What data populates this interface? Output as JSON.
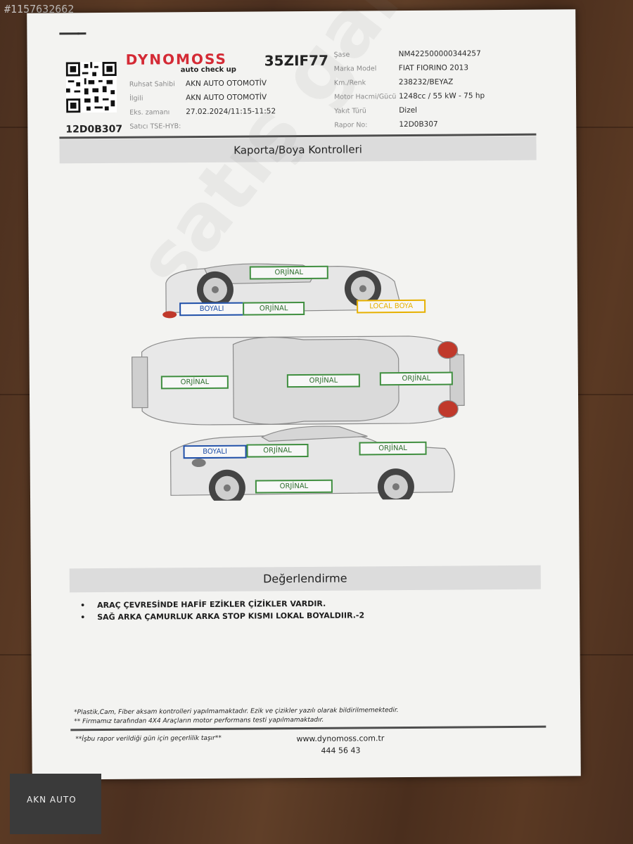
{
  "photo_id": "#1157632662",
  "header": {
    "logo": "DYNOMOSS",
    "logo_sub": "auto check up",
    "plate": "35ZIF77",
    "left_labels": [
      "Ruhsat Sahibi",
      "İlgili",
      "Eks. zamanı",
      "Satıcı TSE-HYB:"
    ],
    "left_values": [
      "AKN AUTO OTOMOTİV",
      "AKN AUTO OTOMOTİV",
      "27.02.2024/11:15-11:52"
    ],
    "report_code_big": "12D0B307",
    "right_labels": [
      "Şase",
      "Marka Model",
      "Km./Renk",
      "Motor Hacmi/Gücü",
      "Yakıt Türü",
      "Rapor No:"
    ],
    "right_values": [
      "NM422500000344257",
      "FIAT FIORINO 2013",
      "238232/BEYAZ",
      "1248cc / 55 kW - 75 hp",
      "Dizel",
      "12D0B307"
    ]
  },
  "section_kaporta": "Kaporta/Boya Kontrolleri",
  "car_tags": {
    "side1_top": "ORJİNAL",
    "side1_front_door": "BOYALI",
    "side1_rear_door": "ORJİNAL",
    "side1_rear_fender": "LOCAL BOYA",
    "top_hood": "ORJİNAL",
    "top_roof": "ORJİNAL",
    "top_trunk": "ORJİNAL",
    "side2_front_fender": "BOYALI",
    "side2_front_door": "ORJİNAL",
    "side2_rear": "ORJİNAL",
    "side2_bottom": "ORJİNAL"
  },
  "section_degerlendirme": "Değerlendirme",
  "notes": [
    "ARAÇ ÇEVRESİNDE HAFİF EZİKLER ÇİZİKLER VARDIR.",
    "SAĞ ARKA ÇAMURLUK ARKA STOP KISMI LOKAL BOYALDIIR.-2"
  ],
  "bullet": "•",
  "footnote1": "*Plastik,Cam, Fiber aksam kontrolleri yapılmamaktadır. Ezik ve çizikler yazılı olarak bildirilmemektedir.",
  "footnote2": "** Firmamız tarafından 4X4 Araçların motor performans testi yapılmamaktadır.",
  "validity": "**İşbu rapor verildiği gün için geçerlilik taşır**",
  "website": "www.dynomoss.com.tr",
  "phone": "444 56 43",
  "watermark": "satış galerisi.com",
  "dealer_badge": "AKN AUTO",
  "colors": {
    "original": "#3f8e3f",
    "painted": "#1f4fa8",
    "local_paint": "#e6b000",
    "brand": "#d42a35"
  }
}
